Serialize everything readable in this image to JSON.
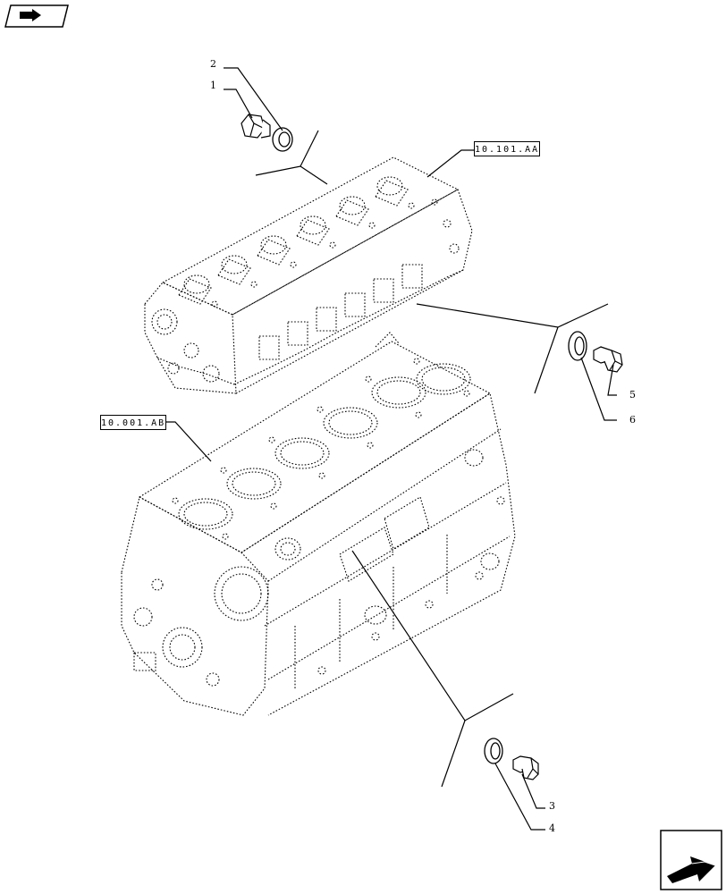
{
  "references": {
    "cylinder_head": "10.101.AA",
    "engine_block": "10.001.AB"
  },
  "callouts": {
    "c1": "1",
    "c2": "2",
    "c3": "3",
    "c4": "4",
    "c5": "5",
    "c6": "6"
  },
  "icons": {
    "top_left": "folder-arrow-icon",
    "bottom_right": "next-page-arrow-icon"
  },
  "colors": {
    "line": "#000000",
    "background": "#ffffff"
  }
}
